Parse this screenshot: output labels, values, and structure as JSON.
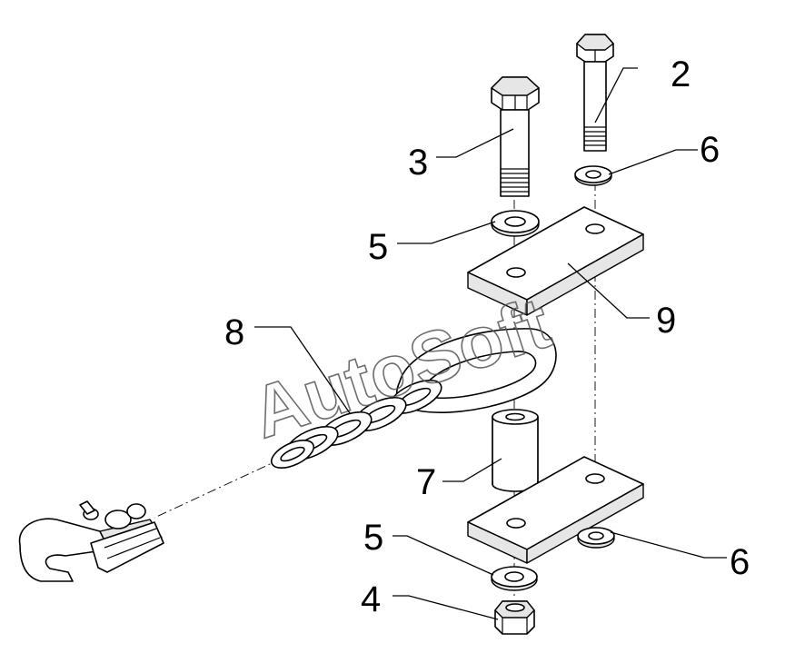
{
  "watermark": "AutoSoft",
  "callouts": {
    "c2": "2",
    "c3": "3",
    "c4": "4",
    "c5_top": "5",
    "c5_bottom": "5",
    "c6_top": "6",
    "c6_bottom": "6",
    "c7": "7",
    "c8": "8",
    "c9": "9"
  },
  "icons": {
    "bolt_large": "hex-bolt-icon",
    "bolt_small": "hex-bolt-icon",
    "nut": "hex-nut-icon",
    "washer": "washer-icon",
    "spacer": "spacer-sleeve-icon",
    "chain": "chain-icon",
    "plate": "mounting-plate-icon",
    "hook": "tow-hook-icon"
  }
}
